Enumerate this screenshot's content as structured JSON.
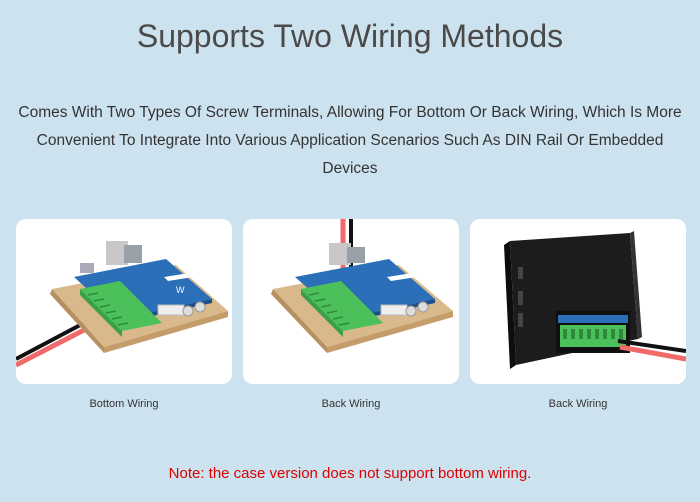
{
  "title": "Supports Two Wiring Methods",
  "description": "Comes With Two Types Of Screw Terminals, Allowing For Bottom Or Back Wiring, Which Is More Convenient To Integrate Into Various Application Scenarios Such As DIN Rail Or Embedded Devices",
  "cards": [
    {
      "caption": "Bottom Wiring",
      "image": "board-bottom-wiring-photo"
    },
    {
      "caption": "Back Wiring",
      "image": "board-back-wiring-photo"
    },
    {
      "caption": "Back Wiring",
      "image": "case-back-wiring-photo"
    }
  ],
  "note": "Note: the case version does not support bottom wiring.",
  "colors": {
    "background": "#cde2ef",
    "title": "#4a4a4a",
    "note": "#e00000",
    "terminal": "#4cc05a",
    "board": "#2a6fb8",
    "wire_red": "#f06a6a",
    "wire_black": "#111111"
  }
}
